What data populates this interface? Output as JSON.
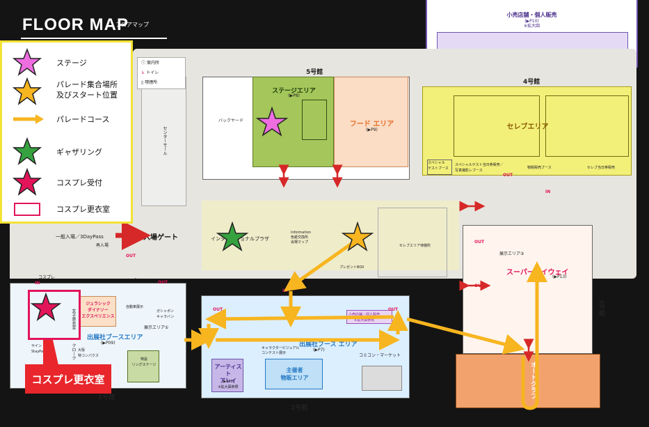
{
  "header": {
    "title": "FLOOR MAP",
    "subtitle": "フロアマップ"
  },
  "legend": [
    {
      "icon": "star",
      "color": "#ee6ee0",
      "label": "ステージ"
    },
    {
      "icon": "star",
      "color": "#f7b51f",
      "label": "パレード集合場所\n及びスタート位置"
    },
    {
      "icon": "arrow",
      "color": "#f7b51f",
      "label": "パレードコース"
    },
    {
      "icon": "star",
      "color": "#36a23f",
      "label": "ギャザリング"
    },
    {
      "icon": "star",
      "color": "#e2145a",
      "label": "コスプレ受付"
    },
    {
      "icon": "rect",
      "color": "#e2145a",
      "label": "コスプレ更衣室"
    }
  ],
  "facilities": [
    {
      "icon": "info-icon",
      "label": "案内所"
    },
    {
      "icon": "toilet-icon",
      "label": "トイレ"
    },
    {
      "icon": "smoking-icon",
      "label": "喫煙所"
    }
  ],
  "inset": {
    "title": "小売店舗・個人販売",
    "page": "(▶P10)",
    "note": "※拡大図"
  },
  "halls": {
    "h1": "1号館",
    "h2": "2号館",
    "h3": "3号館",
    "h4": "4号館",
    "h5": "5号館"
  },
  "areas": {
    "stage": "ステージエリア",
    "stage_page": "(▶P8)",
    "food": "フード エリア",
    "food_page": "(▶P9)",
    "backyard": "バックヤード",
    "center_mall": "センターモール",
    "celeb": "セレブエリア",
    "special_guest": "スペシャル\nゲストブース",
    "special_ticket": "スペシャルゲスト当日券販売／\n写真撮影レブース",
    "goods": "物販販売ブース",
    "celeb_ticket": "セレブ当日券販売",
    "plaza": "インターナショナルプラザ",
    "info": "Information\n色紙交換所\n会場マップ",
    "present": "プレゼントBOX",
    "celeb_wait": "セレブエリア待機所",
    "exhibit3": "展示エリア③",
    "super": "スーパーハイウェイ",
    "super_page": "(▶P13)",
    "autograph": "オートグラフ",
    "retail": "小売店舗・個人販売",
    "retail_note": "※拡大図参照",
    "booth2": "出展社ブース エリア",
    "booth2_page": "(▶P7)",
    "comicon_market": "コミコン・マーケット",
    "cos_contest": "キャラクタービジュアル\nコンテスト展示",
    "artist": "アーティスト\nアレイ",
    "artist_page": "(▶P10)",
    "artist_note": "※拡大図参照",
    "org_goods": "主催者\n物販エリア",
    "booth1": "出展社ブースエリア",
    "booth1_page": "(▶P09)",
    "jurassic": "ジュラシック\nダイナソー\nエクスペリエンス",
    "exhibit1": "展示エリア①",
    "car": "自動車展示",
    "garbage": "ガシャポン\nキャラバン",
    "ring": "特設\nリングステージ",
    "osaka": "大阪\n特コンパクス",
    "women": "女子更衣室",
    "cloak": "クローク",
    "autograph1": "サイン・撮影\nStayPass受付"
  },
  "entrance": {
    "general": "一般入場／3DayPass",
    "reentry": "再入場",
    "gate": "入場ゲート",
    "out": "OUT",
    "in": "IN",
    "cosplay": "コスプレ"
  },
  "callout": "コスプレ更衣室",
  "colors": {
    "background": "#141414",
    "floor": "#e7e5df",
    "stage_green": "#a5c65a",
    "food_peach": "#fbdcc4",
    "celeb_yellow": "#f3f07a",
    "booth_blue": "#dcefff",
    "autograph_orange": "#f2a36d",
    "parade_yellow": "#f7b51f",
    "accent_red": "#e2145a"
  }
}
